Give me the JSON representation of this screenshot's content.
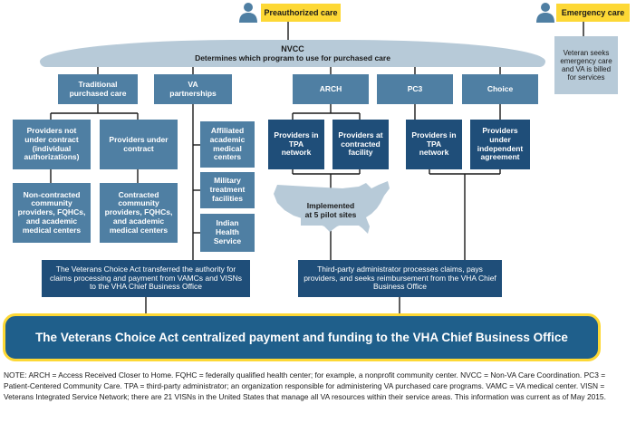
{
  "top": {
    "preauthorized_label": "Preauthorized care",
    "emergency_label": "Emergency care",
    "veteran_emergency": "Veteran seeks emergency care and VA is billed for services"
  },
  "nvcc": {
    "title": "NVCC",
    "subtitle": "Determines which program to use for purchased care"
  },
  "programs": {
    "traditional": "Traditional purchased care",
    "va_partnerships": "VA partnerships",
    "arch": "ARCH",
    "pc3": "PC3",
    "choice": "Choice"
  },
  "providers": {
    "not_under_contract": "Providers not under contract (individual authorizations)",
    "under_contract": "Providers under contract",
    "non_contracted": "Non-contracted community providers, FQHCs, and academic medical centers",
    "contracted": "Contracted community providers, FQHCs, and academic medical centers",
    "affiliated": "Affiliated academic medical centers",
    "military": "Military treatment facilities",
    "indian": "Indian Health Service",
    "arch_tpa": "Providers in TPA network",
    "arch_contracted": "Providers at contracted facility",
    "pc3_tpa": "Providers in TPA network",
    "choice_independent": "Providers under independent agreement"
  },
  "map_label": "Implemented at 5 pilot sites",
  "bottom": {
    "choice_act_transfer": "The Veterans Choice Act transferred the authority for claims processing and payment from VAMCs and VISNs to the VHA Chief Business Office",
    "third_party": "Third-party administrator processes claims, pays providers, and seeks reimbursement from the VHA Chief Business Office",
    "banner": "The Veterans Choice Act centralized payment and funding to the VHA Chief Business Office"
  },
  "note": "NOTE: ARCH = Access Received Closer to Home. FQHC = federally qualified health center; for example, a nonprofit community center. NVCC = Non-VA Care Coordination. PC3 = Patient-Centered Community Care. TPA = third-party administrator; an organization responsible for administering VA purchased care programs. VAMC = VA medical center. VISN = Veterans Integrated Service Network; there are 21 VISNs in the United States that manage all VA resources within their service areas. This information was current as of May 2015.",
  "colors": {
    "dark_blue": "#1f4e79",
    "mid_blue": "#4f7fa3",
    "light_blue": "#b7cad8",
    "yellow": "#fdd835",
    "banner_fill": "#1f5f8b"
  }
}
